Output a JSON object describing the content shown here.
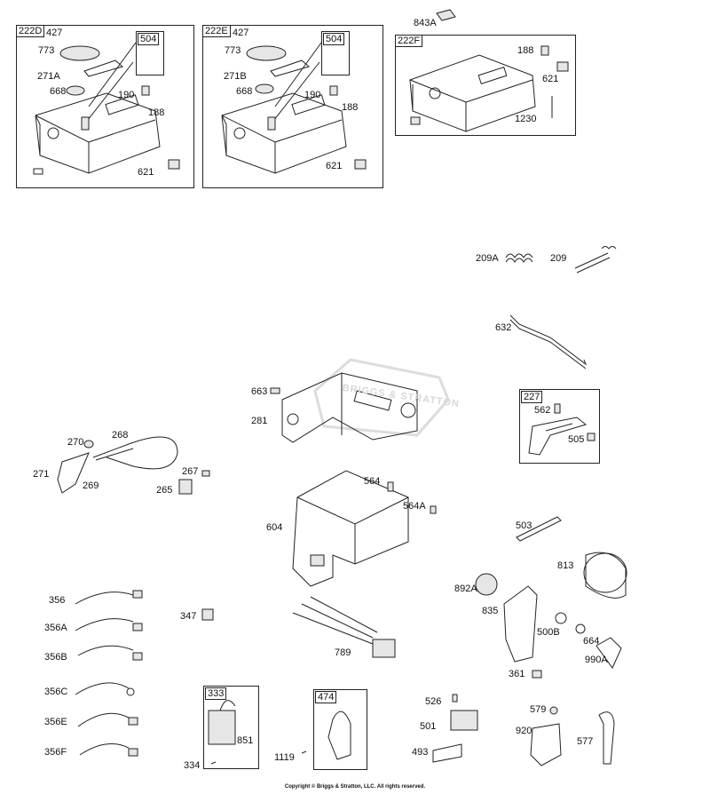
{
  "diagram": {
    "watermark_text": "BRIGGS & STRATTON",
    "copyright": "Copyright © Briggs & Stratton, LLC. All rights reserved.",
    "boxes": [
      {
        "id": "b222d",
        "label": "222D"
      },
      {
        "id": "b504a",
        "label": "504"
      },
      {
        "id": "b222e",
        "label": "222E"
      },
      {
        "id": "b504b",
        "label": "504"
      },
      {
        "id": "b222f",
        "label": "222F"
      },
      {
        "id": "b227",
        "label": "227"
      },
      {
        "id": "b333",
        "label": "333"
      },
      {
        "id": "b474",
        "label": "474"
      }
    ],
    "labels": [
      "427",
      "773",
      "271A",
      "668",
      "190",
      "188",
      "621",
      "427",
      "773",
      "271B",
      "668",
      "190",
      "188",
      "621",
      "843A",
      "188",
      "621",
      "1230",
      "209A",
      "209",
      "632",
      "663",
      "281",
      "562",
      "505",
      "270",
      "268",
      "271",
      "269",
      "267",
      "265",
      "564",
      "564A",
      "604",
      "503",
      "813",
      "892A",
      "835",
      "500B",
      "664",
      "990A",
      "361",
      "356",
      "356A",
      "356B",
      "356C",
      "356E",
      "356F",
      "347",
      "789",
      "851",
      "334",
      "1119",
      "526",
      "501",
      "493",
      "579",
      "920",
      "577"
    ]
  }
}
